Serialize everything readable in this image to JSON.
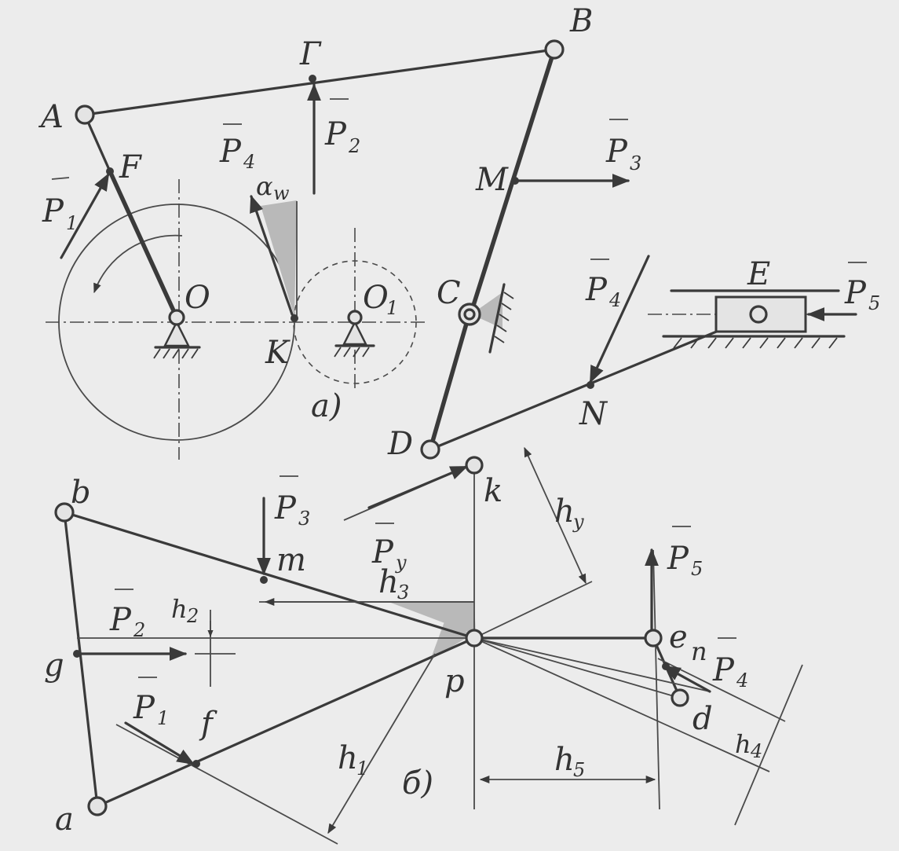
{
  "diagram_a": {
    "points": {
      "A": "A",
      "B": "B",
      "G": "Г",
      "F": "F",
      "O": "O",
      "O1": "O",
      "O1_sub": "1",
      "K": "K",
      "M": "M",
      "C": "C",
      "D": "D",
      "N": "N",
      "E": "E"
    },
    "forces": {
      "P1": "P",
      "P1_sub": "1",
      "P2": "P",
      "P2_sub": "2",
      "P3": "P",
      "P3_sub": "3",
      "P4_gear": "P",
      "P4_gear_sub": "4",
      "P4_link": "P",
      "P4_link_sub": "4",
      "P5": "P",
      "P5_sub": "5"
    },
    "angle": "α",
    "angle_sub": "w",
    "caption": "a)"
  },
  "diagram_b": {
    "points": {
      "b": "b",
      "g": "g",
      "a": "a",
      "f": "f",
      "m": "m",
      "k": "k",
      "p": "p",
      "e": "e",
      "n": "n",
      "d": "d"
    },
    "forces": {
      "P1": "P",
      "P1_sub": "1",
      "P2": "P",
      "P2_sub": "2",
      "P3": "P",
      "P3_sub": "3",
      "P4": "P",
      "P4_sub": "4",
      "P5": "P",
      "P5_sub": "5",
      "Py": "P",
      "Py_sub": "y"
    },
    "arms": {
      "h1": "h",
      "h1_sub": "1",
      "h2": "h",
      "h2_sub": "2",
      "h3": "h",
      "h3_sub": "3",
      "h4": "h",
      "h4_sub": "4",
      "h5": "h",
      "h5_sub": "5",
      "hy": "h",
      "hy_sub": "y"
    },
    "caption": "б)"
  }
}
